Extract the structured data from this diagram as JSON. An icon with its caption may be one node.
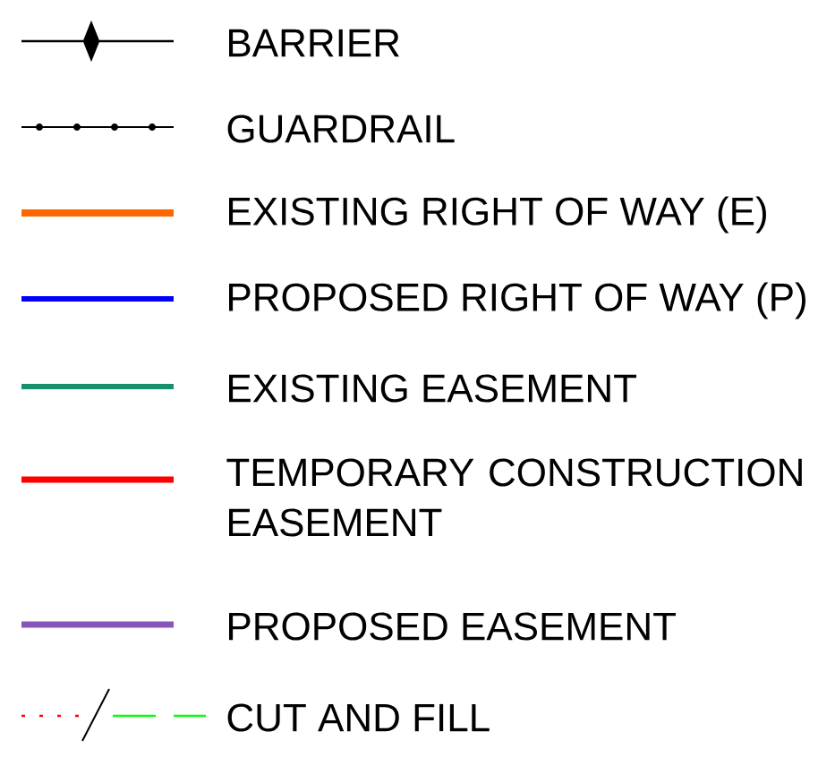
{
  "diagram": {
    "legend": [
      {
        "text": "BARRIER"
      },
      {
        "text": "GUARDRAIL"
      },
      {
        "text": "EXISTING RIGHT OF WAY (E)",
        "color": "#ff6600"
      },
      {
        "text": "PROPOSED RIGHT OF WAY (P)",
        "color": "#0000ff"
      },
      {
        "text": "EXISTING EASEMENT",
        "color": "#178f6f"
      },
      {
        "text": "TEMPORARY CONSTRUCTION EASEMENT",
        "color": "#ff0000"
      },
      {
        "text": "PROPOSED EASEMENT",
        "color": "#8855bb"
      },
      {
        "text": "CUT AND FILL"
      }
    ]
  }
}
